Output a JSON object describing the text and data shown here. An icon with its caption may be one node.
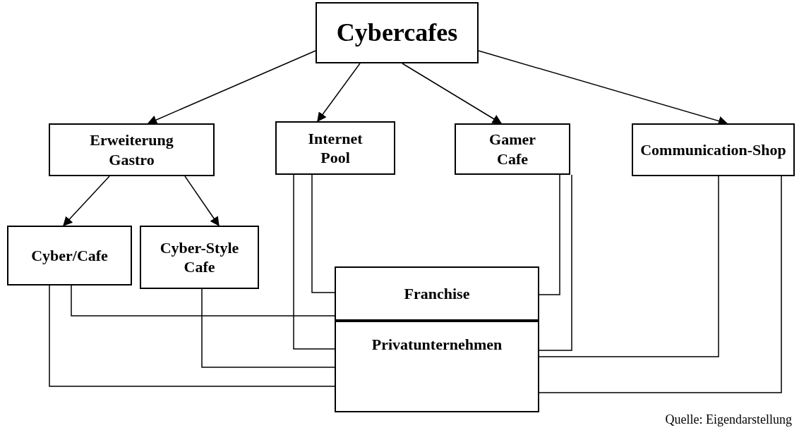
{
  "diagram": {
    "caption": "Quelle: Eigendarstellung",
    "nodes": [
      {
        "text": [
          "Cybercafes"
        ]
      },
      {
        "text": [
          "Erweiterung Gastro"
        ]
      },
      {
        "text": [
          "Internet Pool"
        ]
      },
      {
        "text": [
          "Gamer Cafe"
        ]
      },
      {
        "text": [
          "Communication-Shop"
        ]
      },
      {
        "text": [
          "Cyber/Cafe"
        ]
      },
      {
        "text": [
          "Cyber-Style Cafe"
        ]
      },
      {
        "text": [
          "Franchise"
        ]
      },
      {
        "text": [
          "Privatunternehmen"
        ]
      }
    ],
    "edges": [
      {
        "from": 0,
        "to": 1,
        "arrow": "to"
      },
      {
        "from": 0,
        "to": 2,
        "arrow": "to"
      },
      {
        "from": 0,
        "to": 3,
        "arrow": "to"
      },
      {
        "from": 0,
        "to": 4,
        "arrow": "to"
      },
      {
        "from": 1,
        "to": 5,
        "arrow": "to"
      },
      {
        "from": 1,
        "to": 6,
        "arrow": "to"
      },
      {
        "from": 2,
        "to": 7,
        "arrow": "none"
      },
      {
        "from": 2,
        "to": 8,
        "arrow": "none"
      },
      {
        "from": 3,
        "to": 7,
        "arrow": "none"
      },
      {
        "from": 3,
        "to": 8,
        "arrow": "none"
      },
      {
        "from": 4,
        "to": 8,
        "arrow": "none"
      },
      {
        "from": 4,
        "to": 8,
        "arrow": "none"
      },
      {
        "from": 5,
        "to": 7,
        "arrow": "none"
      },
      {
        "from": 5,
        "to": 8,
        "arrow": "none"
      },
      {
        "from": 6,
        "to": 8,
        "arrow": "none"
      }
    ]
  }
}
